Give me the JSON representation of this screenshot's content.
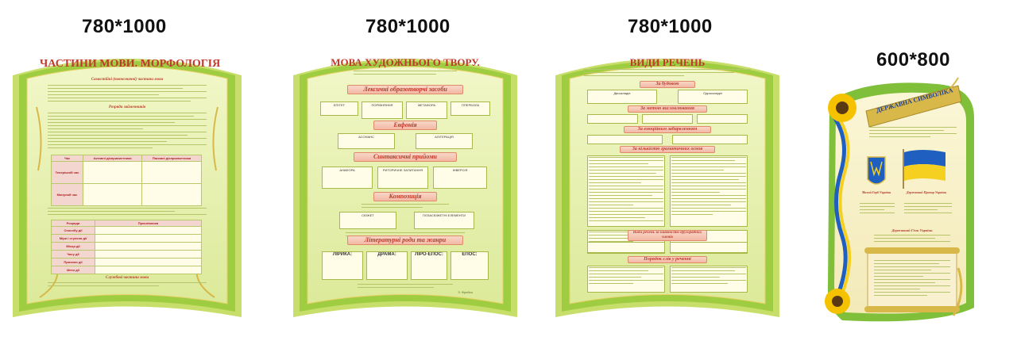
{
  "sizes": {
    "stand1": "780*1000",
    "stand2": "780*1000",
    "stand3": "780*1000",
    "stand4": "600*800"
  },
  "stand1": {
    "title": "ЧАСТИНИ МОВИ. МОРФОЛОГІЯ",
    "section_a": "Самостійні (повнозначні) частини мови",
    "section_b": "Розряди займенників",
    "table_head": [
      "Час",
      "Активні дієприкметники",
      "Пасивні дієприкметники"
    ],
    "table_rows": [
      "Теперішній час",
      "Минулий час"
    ],
    "table2_head": [
      "Розряди",
      "Прислівники"
    ],
    "table2_rows": [
      "Способу дії",
      "Міри і ступеня дії",
      "Місця дії",
      "Часу дії",
      "Причини дії",
      "Мети дії"
    ],
    "section_c": "Службові частини мови"
  },
  "stand2": {
    "title": "МОВА ХУДОЖНЬОГО ТВОРУ.",
    "h1": "Лексичні образотворчі засоби",
    "h2": "Евфонія",
    "h3": "Синтаксичні прийоми",
    "h4": "Композиція",
    "h5": "Літературні роди та жанри",
    "boxes_row1": [
      "ЕПІТЕТ",
      "ПОРІВНЯННЯ",
      "МЕТАФОРА",
      "ГІПЕРБОЛА"
    ],
    "boxes_euf": [
      "АСОНАНС",
      "АЛІТЕРАЦІЯ"
    ],
    "boxes_syn": [
      "АНАФОРА",
      "РИТОРИЧНЕ ЗАПИТАННЯ",
      "ІНВЕРСІЯ"
    ],
    "boxes_comp": [
      "СЮЖЕТ",
      "ПОЗАСЮЖЕТНІ ЕЛЕМЕНТИ"
    ],
    "genres": [
      "ЛІРИКА:",
      "ДРАМА:",
      "ЛІРО-ЕПОС:",
      "ЕПОС:"
    ],
    "author": "З. Фрейсо"
  },
  "stand3": {
    "title": "ВИДИ РЕЧЕНЬ",
    "h1": "За будовою",
    "h2": "За метою висловлювання",
    "h3": "За емоційним забарвленням",
    "h4": "За кількістю граматичних основ",
    "h5": "Види речень за наявністю другорядних членів",
    "h6": "Порядок слів у реченні",
    "boxes_top": [
      "Двоскладні",
      "Односкладні"
    ]
  },
  "stand4": {
    "title": "ДЕРЖАВНА СИМВОЛІКА",
    "coat_caption": "Малий Герб України",
    "flag_caption": "Державний Прапор України",
    "anthem_title": "Державний Гімн України",
    "colors": {
      "blue": "#1f5fbf",
      "yellow": "#f5d020"
    }
  },
  "colors": {
    "frame_green": "#8cc63f",
    "panel_fill": "#e9f2b8",
    "accent_red": "#c0392b",
    "gold": "#d9b84a"
  }
}
